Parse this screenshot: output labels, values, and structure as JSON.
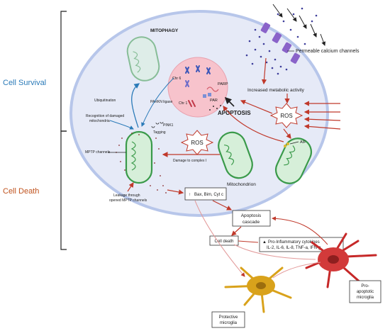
{
  "side_labels": {
    "survival": "Cell Survival",
    "death": "Cell Death"
  },
  "headings": {
    "mitophagy": "MITOPHAGY",
    "apoptosis": "APOPTOSIS"
  },
  "labels": {
    "permeable_calcium_channels": "Permeable calcium channels",
    "increased_metabolic_activity": "Increased metabolic activity",
    "ros_right": "ROS",
    "ros_center": "ROS",
    "parp": "PARP",
    "par": "PAR",
    "chr6": "Chr 6",
    "chr1": "Chr 1",
    "ubiquitination": "Ubiquitination",
    "parkn_ligase": "PARKN ligase",
    "recognition_line1": "Recognition of damaged",
    "recognition_line2": "mitochondria",
    "pink1": "PINK1",
    "tagging": "Tagging",
    "mptp_channels": "MPTP channels",
    "damage_complex": "Damage to complex I",
    "aif": "AIF",
    "mitochondrion": "Mitochondrion",
    "leakage_line1": "Leakage through",
    "leakage_line2": "opened MPTP channels"
  },
  "boxes": {
    "bax": "Bax, Bim, Cyt c",
    "apoptosis_cascade_line1": "Apoptosis",
    "apoptosis_cascade_line2": "cascade",
    "cell_death": "Cell death",
    "cytokines_line1": "Pro-Inflammatory cytokines",
    "cytokines_line2": "IL-2, IL-6, IL-8, TNF-a, IFN-g",
    "protective_line1": "Protective",
    "protective_line2": "microglia",
    "proapoptotic_line1": "Pro-",
    "proapoptotic_line2": "apoptotic",
    "proapoptotic_line3": "microglia"
  },
  "colors": {
    "cell_fill": "#e6eaf7",
    "cell_border": "#b7c6ea",
    "nucleus_fill": "#f7c3cc",
    "mito_green": "#3a9a4a",
    "ros_stroke": "#c0392b",
    "arrow_red": "#c0392b",
    "arrow_blue": "#2a7ab8",
    "protective_microglia": "#d9a21b",
    "proapoptotic_microglia": "#c62828"
  }
}
